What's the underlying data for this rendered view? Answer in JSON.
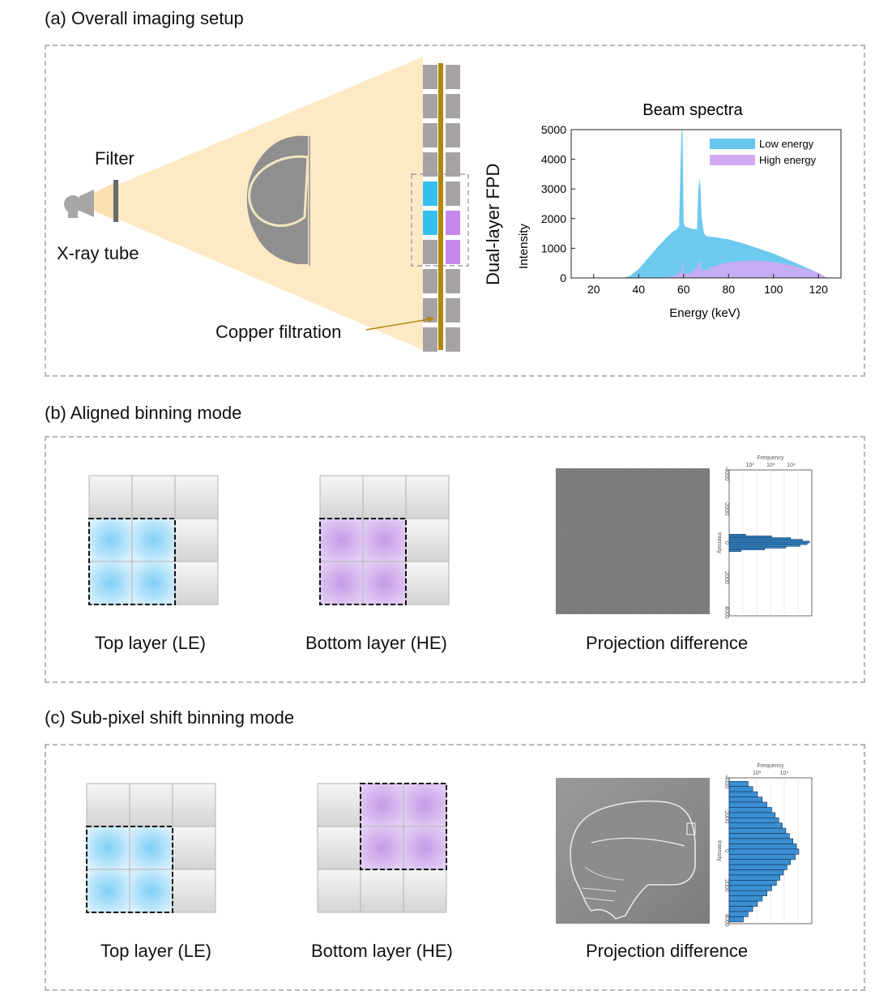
{
  "section_a": {
    "title": "(a) Overall imaging setup",
    "filter_label": "Filter",
    "tube_label": "X-ray tube",
    "detector_label": "Dual-layer FPD",
    "copper_label": "Copper filtration",
    "chart_data": {
      "type": "area",
      "title": "Beam spectra",
      "xlabel": "Energy (keV)",
      "ylabel": "Intensity",
      "xlim": [
        10,
        130
      ],
      "ylim": [
        0,
        5000
      ],
      "xticks": [
        20,
        40,
        60,
        80,
        100,
        120
      ],
      "yticks": [
        0,
        1000,
        2000,
        3000,
        4000,
        5000
      ],
      "legend_position": "top-right",
      "grid": false,
      "series": [
        {
          "name": "Low energy",
          "color": "#66c6ee",
          "x": [
            33,
            36,
            40,
            44,
            48,
            52,
            55,
            57,
            58,
            59,
            59.5,
            60,
            60.5,
            61,
            62,
            64,
            66,
            66.5,
            67,
            67.5,
            68,
            69,
            70,
            72,
            75,
            80,
            85,
            90,
            95,
            100,
            105,
            110,
            115,
            120,
            122,
            123
          ],
          "y": [
            0,
            60,
            300,
            650,
            1000,
            1330,
            1550,
            1640,
            1760,
            4900,
            5000,
            1900,
            1760,
            1720,
            1700,
            1650,
            1650,
            2900,
            3350,
            3100,
            2100,
            1530,
            1410,
            1390,
            1360,
            1300,
            1200,
            1080,
            950,
            820,
            660,
            500,
            330,
            170,
            70,
            0
          ]
        },
        {
          "name": "High energy",
          "color": "#d3a8f2",
          "x": [
            52,
            56,
            59,
            59.5,
            60,
            61,
            63,
            66,
            67,
            67.5,
            68,
            69,
            72,
            76,
            80,
            85,
            90,
            95,
            100,
            105,
            110,
            115,
            120,
            122,
            124
          ],
          "y": [
            0,
            80,
            200,
            650,
            170,
            130,
            160,
            330,
            600,
            500,
            260,
            240,
            350,
            450,
            530,
            560,
            580,
            570,
            530,
            470,
            390,
            290,
            170,
            90,
            0
          ]
        }
      ]
    }
  },
  "section_b": {
    "title": "(b) Aligned binning mode",
    "top_layer_label": "Top layer (LE)",
    "bottom_layer_label": "Bottom layer (HE)",
    "projection_label": "Projection difference",
    "histogram": {
      "freq_title": "Frequency",
      "freq_ticks": [
        "10²",
        "10³",
        "10⁴"
      ],
      "intensity_title": "Intensity",
      "intensity_ticks": [
        "-4000",
        "-2000",
        "0",
        "2000",
        "4000"
      ],
      "bins": [
        -500,
        -400,
        -300,
        -200,
        -100,
        0,
        100,
        200,
        300,
        400
      ],
      "log_counts": [
        2.2,
        3.3,
        4.1,
        4.6,
        4.9,
        4.8,
        4.5,
        3.9,
        3.0,
        2.0
      ]
    }
  },
  "section_c": {
    "title": "(c) Sub-pixel shift binning mode",
    "top_layer_label": "Top layer (LE)",
    "bottom_layer_label": "Bottom layer (HE)",
    "projection_label": "Projection difference",
    "histogram": {
      "freq_title": "Frequency",
      "freq_ticks": [
        "10³",
        "10⁴"
      ],
      "intensity_title": "Intensity",
      "intensity_ticks": [
        "-4000",
        "-2000",
        "0",
        "2000",
        "4000"
      ],
      "bins": [
        -4000,
        -3700,
        -3400,
        -3100,
        -2800,
        -2500,
        -2200,
        -1900,
        -1600,
        -1300,
        -1000,
        -700,
        -400,
        -100,
        200,
        500,
        800,
        1100,
        1400,
        1700,
        2000,
        2300,
        2600,
        2900,
        3200,
        3500,
        3800
      ],
      "log_counts": [
        2.3,
        2.5,
        2.7,
        2.9,
        3.1,
        3.3,
        3.45,
        3.6,
        3.75,
        3.9,
        4.05,
        4.2,
        4.35,
        4.45,
        4.3,
        4.1,
        3.95,
        3.8,
        3.65,
        3.5,
        3.3,
        3.1,
        2.9,
        2.7,
        2.5,
        2.3,
        2.1
      ]
    }
  }
}
